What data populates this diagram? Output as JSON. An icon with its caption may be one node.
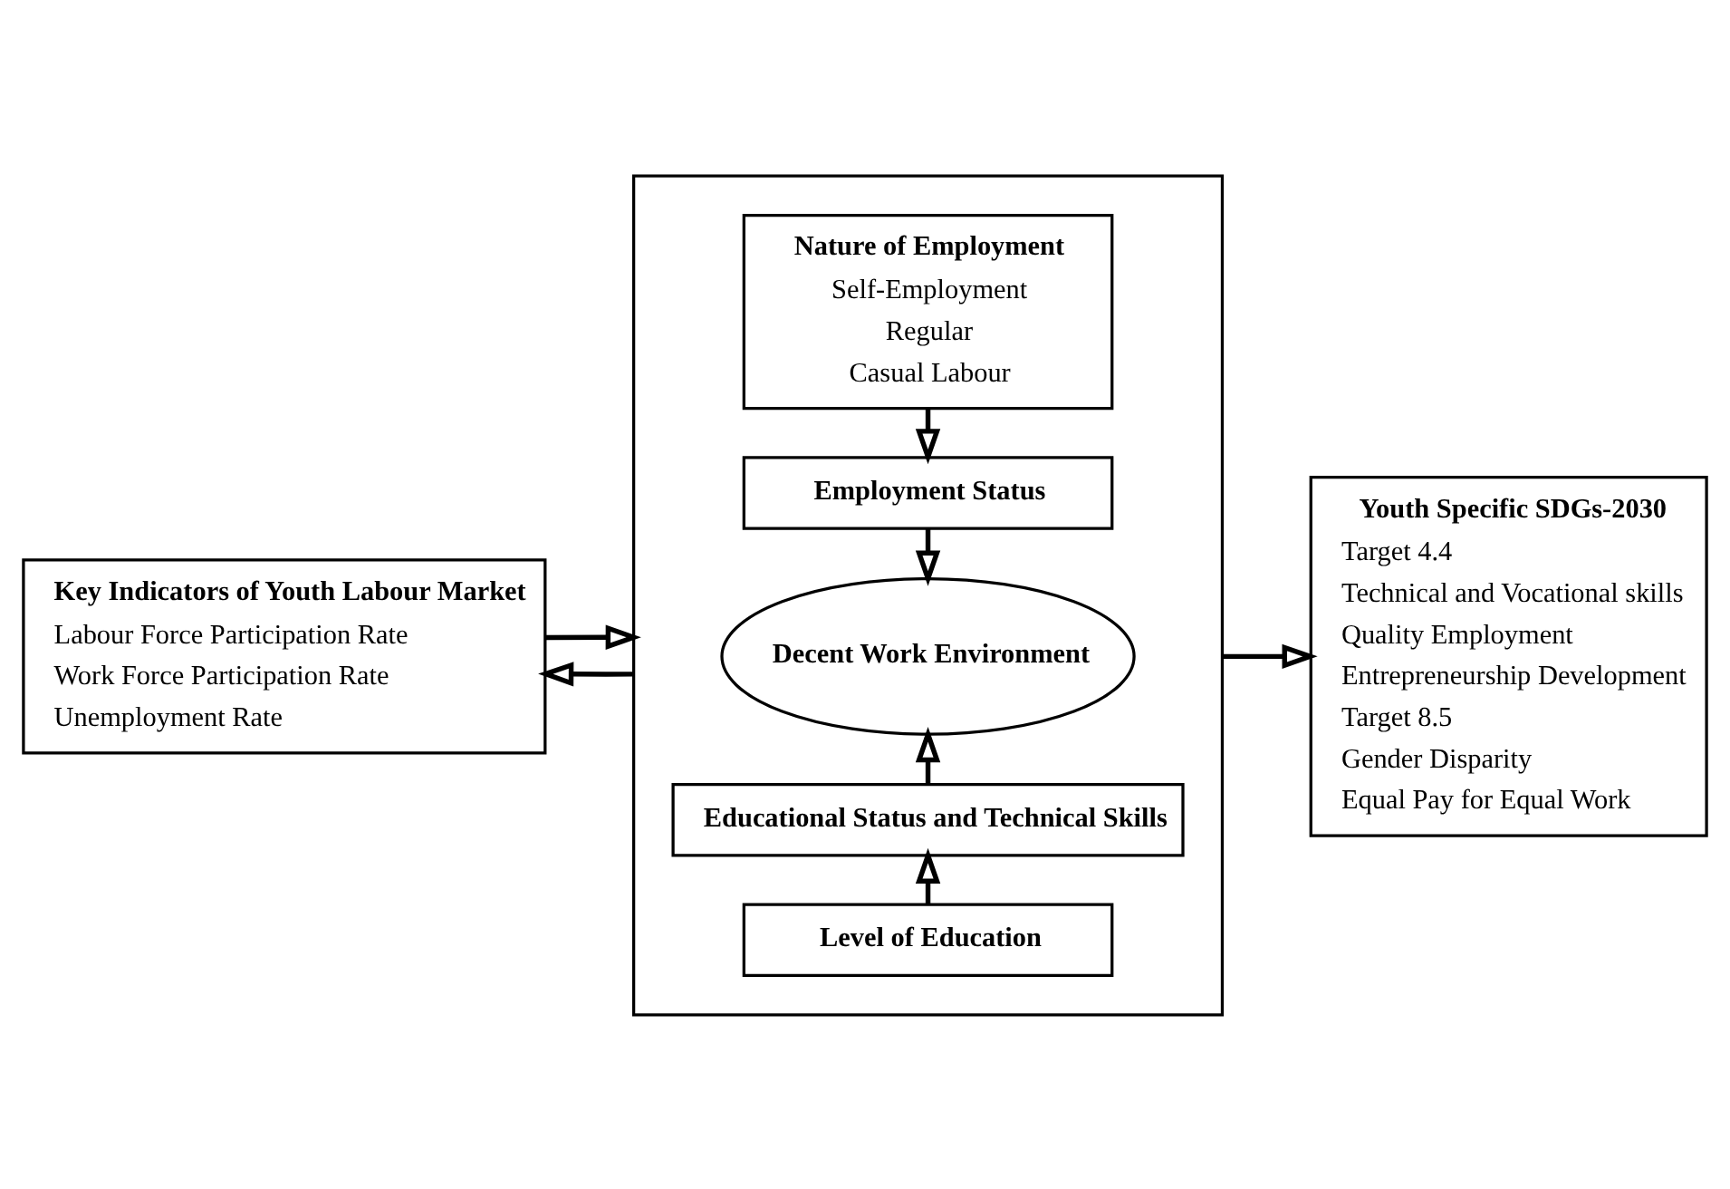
{
  "diagram": {
    "nodes": [
      {
        "text": [
          "Key Indicators of Youth Labour Market",
          "Labour Force Participation Rate",
          "Work Force Participation Rate",
          "Unemployment Rate"
        ]
      },
      {
        "text": [],
        "shape": "box"
      },
      {
        "text": [
          "Nature of Employment",
          "Self-Employment",
          "Regular",
          "Casual Labour"
        ],
        "in": 1
      },
      {
        "text": [
          "Employment Status"
        ],
        "in": 1
      },
      {
        "text": [
          "Decent Work Environment"
        ],
        "in": 1
      },
      {
        "text": [
          "Educational Status and Technical Skills"
        ],
        "in": 1
      },
      {
        "text": [
          "Level of Education"
        ],
        "in": 1
      },
      {
        "text": [
          "Youth Specific SDGs-2030",
          "Target 4.4",
          "Technical and Vocational skills",
          "Quality Employment",
          "Entrepreneurship Development",
          "Target 8.5",
          "Gender Disparity",
          "Equal Pay for Equal Work"
        ]
      }
    ],
    "edges": [
      {
        "from": 2,
        "to": 3,
        "arrow": "to"
      },
      {
        "from": 3,
        "to": 4,
        "arrow": "to"
      },
      {
        "from": 5,
        "to": 4,
        "arrow": "to"
      },
      {
        "from": 6,
        "to": 5,
        "arrow": "to"
      },
      {
        "from": 0,
        "to": 1,
        "arrow": "to"
      },
      {
        "from": 1,
        "to": 0,
        "arrow": "to"
      },
      {
        "from": 1,
        "to": 7,
        "arrow": "to"
      }
    ]
  }
}
